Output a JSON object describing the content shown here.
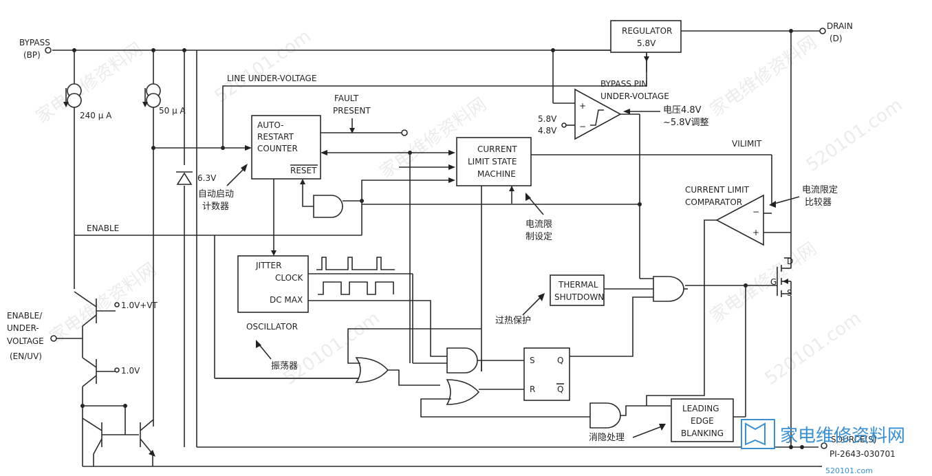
{
  "pins": {
    "bypass": "BYPASS",
    "bypass_abbr": "(BP)",
    "drain": "DRAIN",
    "drain_abbr": "(D)",
    "enable_uv_1": "ENABLE/",
    "enable_uv_2": "UNDER-",
    "enable_uv_3": "VOLTAGE",
    "enable_uv_4": "(EN/UV)",
    "source": "SOURCE(S)"
  },
  "blocks": {
    "regulator_1": "REGULATOR",
    "regulator_2": "5.8V",
    "auto_restart_1": "AUTO-",
    "auto_restart_2": "RESTART",
    "auto_restart_3": "COUNTER",
    "auto_restart_reset": "RESET",
    "clsm_1": "CURRENT",
    "clsm_2": "LIMIT STATE",
    "clsm_3": "MACHINE",
    "osc_jitter": "JITTER",
    "osc_clock": "CLOCK",
    "osc_dcmax": "DC MAX",
    "osc_label": "OSCILLATOR",
    "thermal_1": "THERMAL",
    "thermal_2": "SHUTDOWN",
    "leb_1": "LEADING",
    "leb_2": "EDGE",
    "leb_3": "BLANKING",
    "sr_s": "S",
    "sr_q": "Q",
    "sr_r": "R",
    "sr_qbar": "Q"
  },
  "labels": {
    "line_uv": "LINE UNDER-VOLTAGE",
    "fault_1": "FAULT",
    "fault_2": "PRESENT",
    "bypass_uv_1": "BYPASS PIN",
    "bypass_uv_2": "UNDER-VOLTAGE",
    "v58": "5.8V",
    "v48": "4.8V",
    "vilimit": "VILIMIT",
    "cl_comp_1": "CURRENT LIMIT",
    "cl_comp_2": "COMPARATOR",
    "enable": "ENABLE",
    "i240": "240 μ A",
    "i50": "50 μ A",
    "zener": "6.3V",
    "v10vt": "1.0V+VT",
    "v10": "1.0V",
    "plus": "+",
    "minus": "−",
    "fet_d": "D",
    "fet_g": "G",
    "fet_s": "S",
    "part_no": "PI-2643-030701"
  },
  "annotations": {
    "auto_restart_cn_1": "自动启动",
    "auto_restart_cn_2": "计数器",
    "voltage_adj_1": "电压4.8V",
    "voltage_adj_2": "~5.8V调整",
    "cl_set_1": "电流限",
    "cl_set_2": "制设定",
    "cl_comp_cn_1": "电流限定",
    "cl_comp_cn_2": "比较器",
    "thermal_cn": "过热保护",
    "osc_cn": "振荡器",
    "blank_cn": "消隐处理"
  },
  "watermark": {
    "text_1": "家电维修资料网",
    "text_2": "520101.com",
    "logo": "家电维修资料网",
    "logo_url": "520101.com"
  }
}
